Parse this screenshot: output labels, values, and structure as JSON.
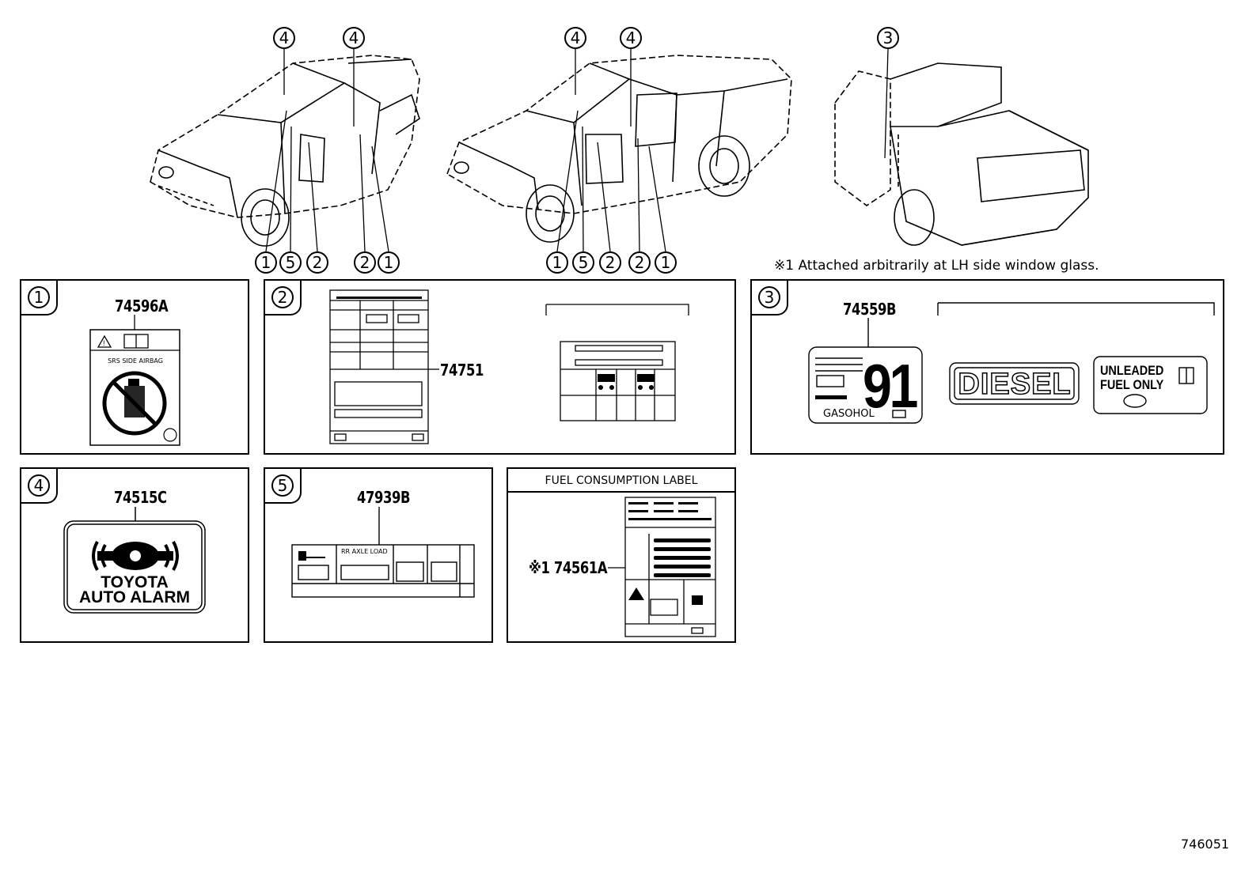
{
  "callouts": {
    "truck1_top": [
      "4",
      "4"
    ],
    "truck1_bottom": [
      "1",
      "5",
      "2",
      "2",
      "1"
    ],
    "truck2_top": [
      "4",
      "4"
    ],
    "truck2_bottom": [
      "1",
      "5",
      "2",
      "2",
      "1"
    ],
    "truck3_top": [
      "3"
    ]
  },
  "note": "※1  Attached arbitrarily at LH side window glass.",
  "panels": [
    {
      "index": "1",
      "part_number": "74596A",
      "label_text": "SRS  SIDE  AIRBAG"
    },
    {
      "index": "2",
      "part_number": "74751"
    },
    {
      "index": "3",
      "part_number": "74559B",
      "octane": "91",
      "sublabel": "GASOHOL",
      "diesel": "DIESEL",
      "unleaded_line1": "UNLEADED",
      "unleaded_line2": "FUEL ONLY"
    },
    {
      "index": "4",
      "part_number": "74515C",
      "line1": "TOYOTA",
      "line2": "AUTO ALARM"
    },
    {
      "index": "5",
      "part_number": "47939B",
      "label_text": "RR AXLE LOAD"
    },
    {
      "title": "FUEL CONSUMPTION LABEL",
      "part_number": "※1 74561A"
    }
  ],
  "diagram_id": "746051"
}
